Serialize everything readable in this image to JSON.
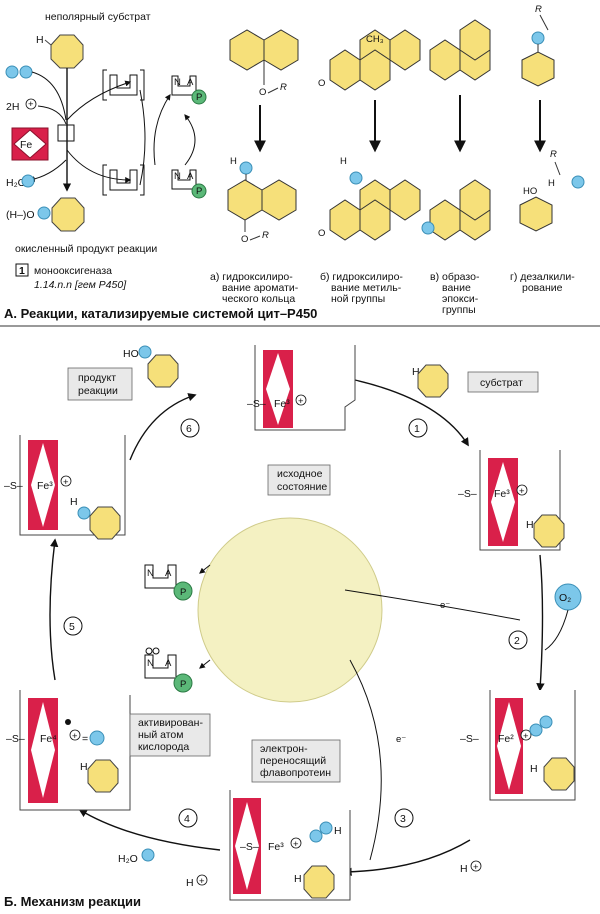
{
  "section_a": {
    "title": "А. Реакции, катализируемые системой цит–P450",
    "substrate_label": "неполярный субстрат",
    "product_label": "окисленный продукт реакции",
    "enzyme_number": "1",
    "enzyme_name": "монооксигеназа",
    "enzyme_code": "1.14.n.n [гем P450]",
    "atoms": {
      "H": "H",
      "twoH": "2H",
      "plus": "+",
      "fe": "Fe",
      "h2o": "H₂O",
      "oh": "(H–)O",
      "N": "N",
      "A": "A",
      "P": "P",
      "CH3": "CH₃",
      "O": "O",
      "R": "R",
      "HO": "HO"
    },
    "reactions": [
      {
        "lines": [
          "а) гидроксилиро-",
          "вание аромати-",
          "ческого кольца"
        ]
      },
      {
        "lines": [
          "б) гидроксилиро-",
          "вание метиль-",
          "ной группы"
        ]
      },
      {
        "lines": [
          "в) образо-",
          "вание",
          "эпокси-",
          "группы"
        ]
      },
      {
        "lines": [
          "г) дезалкили-",
          "рование"
        ]
      }
    ]
  },
  "section_b": {
    "title": "Б. Механизм реакции",
    "labels": {
      "product": [
        "продукт",
        "реакции"
      ],
      "substrate": "субстрат",
      "initial_state": [
        "исходное",
        "состояние"
      ],
      "activated_oxygen": [
        "активирован-",
        "ный атом",
        "кислорода"
      ],
      "flavoprotein": [
        "электрон-",
        "переносящий",
        "флавопротеин"
      ]
    },
    "steps": [
      "1",
      "2",
      "3",
      "4",
      "5",
      "6"
    ],
    "electron": "e⁻",
    "o2": "O₂",
    "h2o": "H₂O",
    "h_plus": "H",
    "plus": "+",
    "ho": "HO",
    "fe_states": {
      "s": "–S–",
      "fe3": "Fe³",
      "fe2": "Fe²",
      "fe4": "Fe⁴",
      "eq": "="
    }
  }
}
